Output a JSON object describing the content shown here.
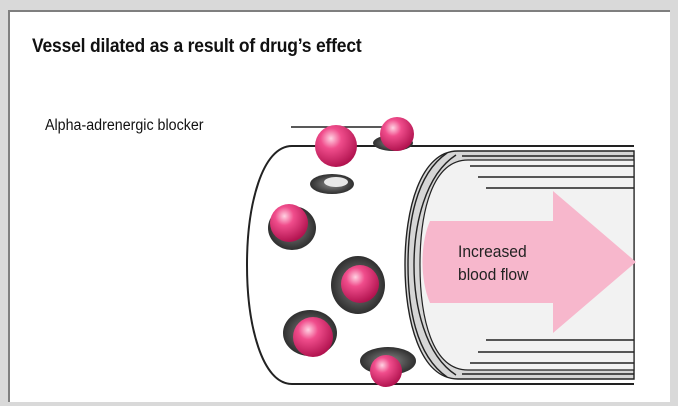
{
  "diagram": {
    "title": "Vessel dilated as a result of drug’s effect",
    "callout_label": "Alpha-adrenergic blocker",
    "flow_label_line1": "Increased",
    "flow_label_line2": "blood flow"
  },
  "colors": {
    "molecule": "#e0286e",
    "arrow": "#f7b7cc",
    "receptor": "#3a3a3a",
    "vessel_line": "#222222"
  }
}
